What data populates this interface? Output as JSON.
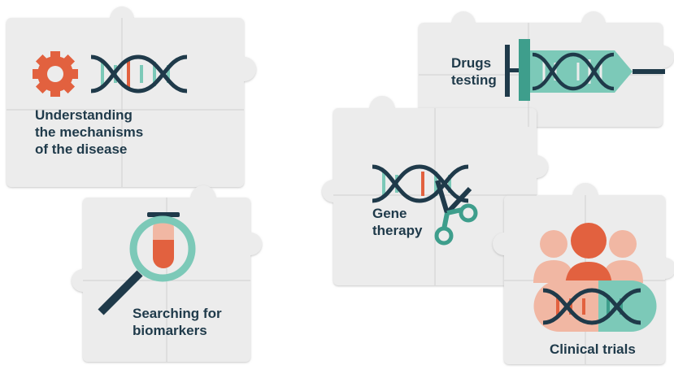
{
  "colors": {
    "paper": "#ececec",
    "paper_edge": "#cfcfcf",
    "navy": "#1f3a4a",
    "teal": "#7cc9b8",
    "teal_dark": "#3e9e8c",
    "orange": "#e2613f",
    "peach": "#f1b7a3"
  },
  "pieces": [
    {
      "id": "mechanisms",
      "icons": [
        "gear-icon",
        "dna-icon"
      ],
      "label": "Understanding\nthe mechanisms\nof the disease"
    },
    {
      "id": "biomarkers",
      "icons": [
        "test-tube-icon",
        "magnifier-icon"
      ],
      "label": "Searching for\nbiomarkers"
    },
    {
      "id": "drugs",
      "icons": [
        "syringe-icon",
        "dna-icon"
      ],
      "label": "Drugs\ntesting"
    },
    {
      "id": "gene",
      "icons": [
        "dna-icon",
        "scissors-icon"
      ],
      "label": "Gene\ntherapy"
    },
    {
      "id": "clinical",
      "icons": [
        "people-icon",
        "pill-icon",
        "dna-icon"
      ],
      "label": "Clinical trials"
    }
  ]
}
